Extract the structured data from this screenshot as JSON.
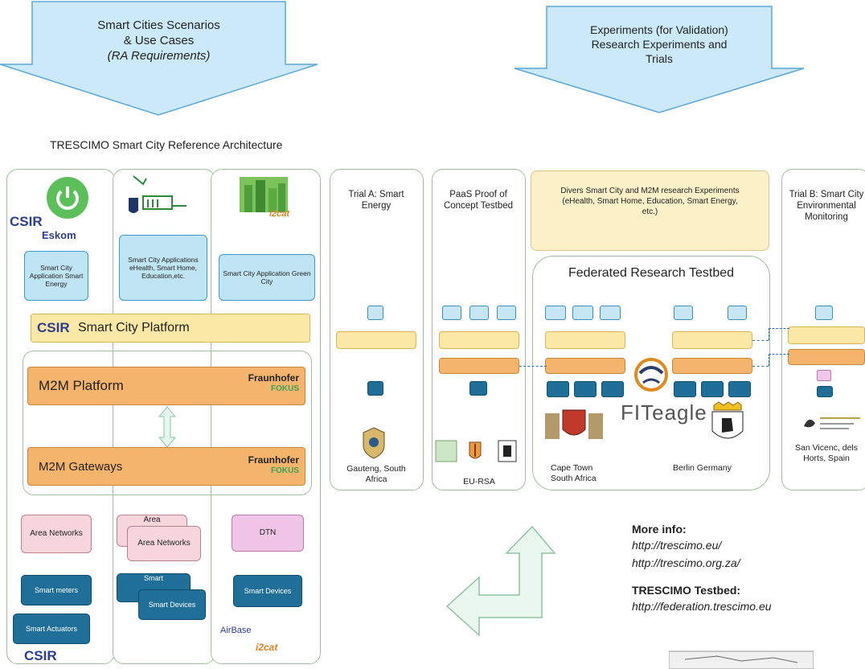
{
  "top_arrows": {
    "left": {
      "line1": "Smart Cities Scenarios",
      "line2": "& Use Cases",
      "line3": "(RA Requirements)"
    },
    "right": {
      "line1": "Experiments (for Validation)",
      "line2": "Research Experiments and",
      "line3": "Trials"
    }
  },
  "ref_arch_title": "TRESCIMO Smart City Reference Architecture",
  "left_column": {
    "logos": {
      "csir": "CSIR",
      "eskom": "Eskom",
      "i2cat": "i2cat",
      "airbase": "AirBase"
    },
    "apps": [
      "Smart City Application Smart Energy",
      "Smart City Applications eHealth, Smart Home, Education,etc.",
      "Smart City Application Green City"
    ],
    "smart_city_platform": "Smart City Platform",
    "m2m_platform": "M2M Platform",
    "m2m_gateways": "M2M Gateways",
    "fraunhofer": "Fraunhofer",
    "fokus": "FOKUS",
    "area_networks": [
      "Area Networks",
      "Area",
      "Area Networks"
    ],
    "dtn": "DTN",
    "devices": [
      "Smart meters",
      "Smart Actuators",
      "Smart",
      "Smart Devices",
      "Smart Devices"
    ]
  },
  "trials": {
    "trial_a": {
      "title": "Trial A: Smart Energy",
      "location": "Gauteng, South Africa"
    },
    "paas": {
      "title": "PaaS Proof of Concept Testbed",
      "location": "EU-RSA"
    },
    "divers": "Divers Smart City and M2M research Experiments (eHealth, Smart Home, Education, Smart Energy, etc.)",
    "federated": {
      "title": "Federated Research Testbed",
      "fiteagle": "FITeagle",
      "cape_town": "Cape Town South Africa",
      "berlin": "Berlin Germany"
    },
    "trial_b": {
      "title": "Trial B: Smart City Environmental Monitoring",
      "location": "San Vicenc, dels Horts, Spain"
    }
  },
  "info": {
    "more_info_label": "More info:",
    "url1": "http://trescimo.eu/",
    "url2": "http://trescimo.org.za/",
    "testbed_label": "TRESCIMO Testbed:",
    "url3": "http://federation.trescimo.eu"
  },
  "colors": {
    "arrow_fill": "#cce9f9",
    "arrow_stroke": "#5aa8d8",
    "panel_border": "#9ec39a",
    "platform_yellow": "#fbe7a6",
    "m2m_orange": "#f5b46c",
    "node_blue": "#1e6e97"
  }
}
